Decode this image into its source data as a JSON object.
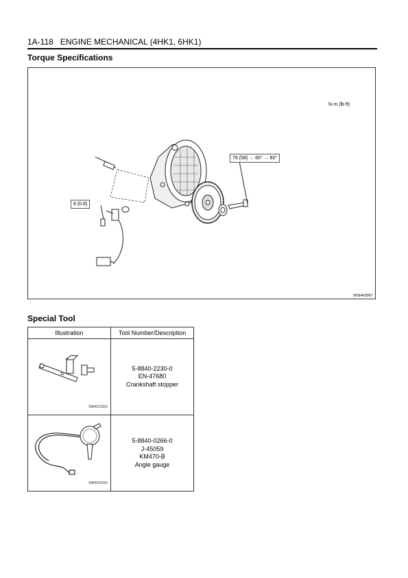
{
  "header": {
    "page": "1A-118",
    "title": "ENGINE MECHANICAL (4HK1, 6HK1)"
  },
  "torque": {
    "title": "Torque Specifications",
    "unit": "N·m (lb ft)",
    "callout_bolt": "8 {0.8}",
    "callout_flywheel": "78 {58} → 60° → 60°",
    "figure_code": "WSHK0067"
  },
  "special_tool": {
    "title": "Special Tool",
    "columns": [
      "Illustration",
      "Tool Number/Description"
    ],
    "rows": [
      {
        "code": "5884022300",
        "lines": [
          "5-8840-2230-0",
          "EN-47680",
          "Crankshaft stopper"
        ]
      },
      {
        "code": "5884002660",
        "lines": [
          "5-8840-0266-0",
          "J-45059",
          "KM470-B",
          "Angle gauge"
        ]
      }
    ]
  }
}
